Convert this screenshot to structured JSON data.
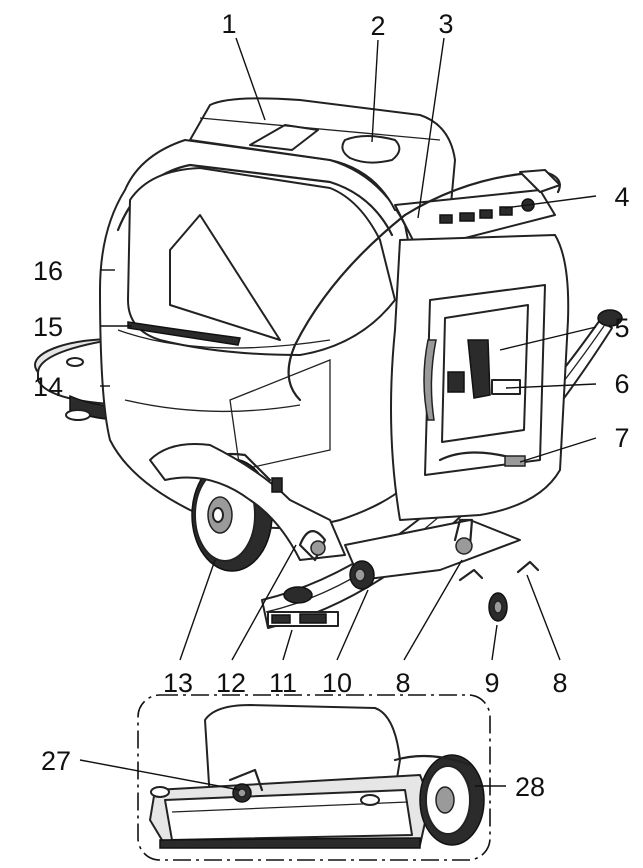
{
  "callouts": {
    "c1": "1",
    "c2": "2",
    "c3": "3",
    "c4": "4",
    "c5": "5",
    "c6": "6",
    "c7": "7",
    "c8a": "8",
    "c8b": "8",
    "c9": "9",
    "c10": "10",
    "c11": "11",
    "c12": "12",
    "c13": "13",
    "c14": "14",
    "c15": "15",
    "c16": "16",
    "c27": "27",
    "c28": "28"
  }
}
